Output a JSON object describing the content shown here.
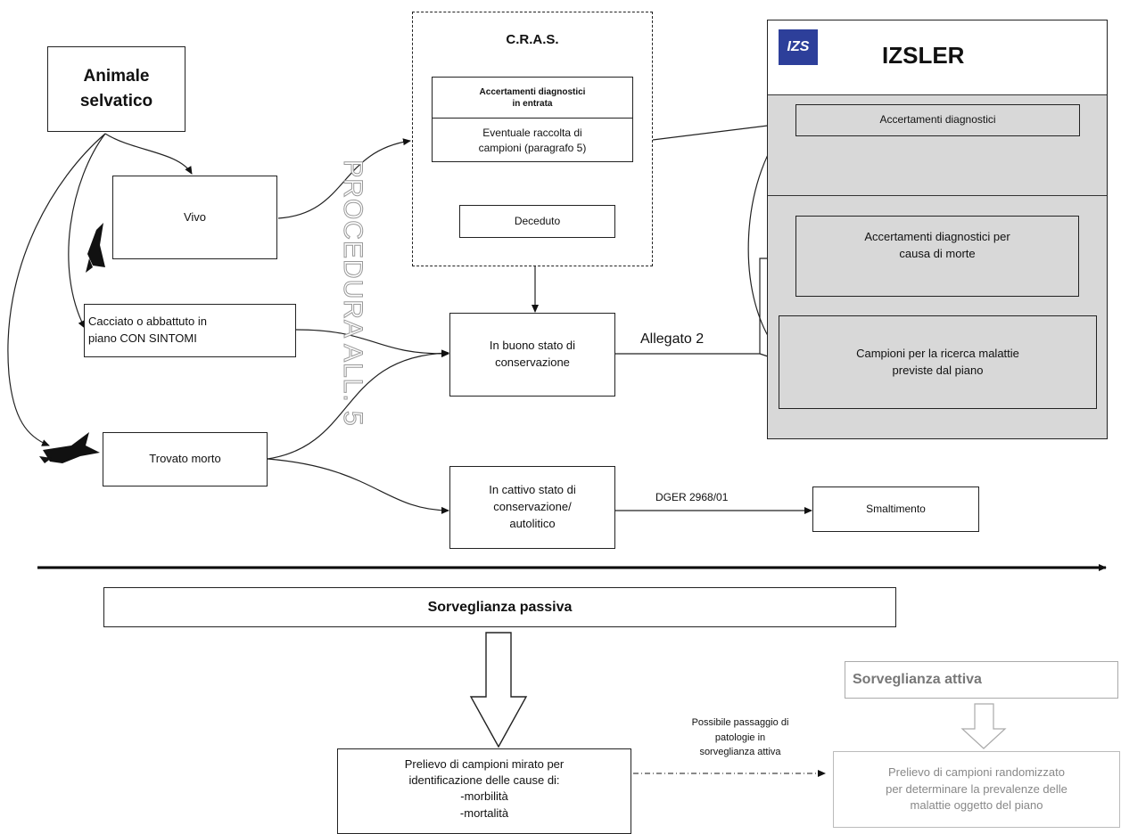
{
  "animal": "Animale\nselvatico",
  "vivo": "Vivo",
  "cacciato": "Cacciato o abbattuto in\npiano CON SINTOMI",
  "trovato_morto": "Trovato morto",
  "cras": {
    "title": "C.R.A.S.",
    "accertamenti": "Accertamenti diagnostici\nin entrata",
    "raccolta": "Eventuale raccolta di\ncampioni (paragrafo 5)",
    "deceduto": "Deceduto"
  },
  "procedura": "PROCEDURA ALL. 5",
  "buono_stato": "In buono stato di\nconservazione",
  "cattivo_stato": "In cattivo stato di\nconservazione/\nautolitico",
  "allegato2": "Allegato 2",
  "dger": "DGER 2968/01",
  "smaltimento": "Smaltimento",
  "izsler": {
    "logo": "IZS",
    "title": "IZSLER",
    "accertamenti": "Accertamenti diagnostici",
    "causa_morte": "Accertamenti diagnostici per\ncausa di morte",
    "campioni": "Campioni per la ricerca malattie\npreviste dal piano"
  },
  "sorv_passiva": "Sorveglianza passiva",
  "sorv_attiva": "Sorveglianza attiva",
  "prelievo_mirato": "Prelievo di campioni mirato per\nidentificazione delle cause di:\n-morbilità\n-mortalità",
  "passaggio": "Possibile passaggio di\npatologie in\nsorveglianza attiva",
  "prelievo_random": "Prelievo di campioni randomizzato\nper determinare la prevalenze delle\nmalattie oggetto del piano"
}
